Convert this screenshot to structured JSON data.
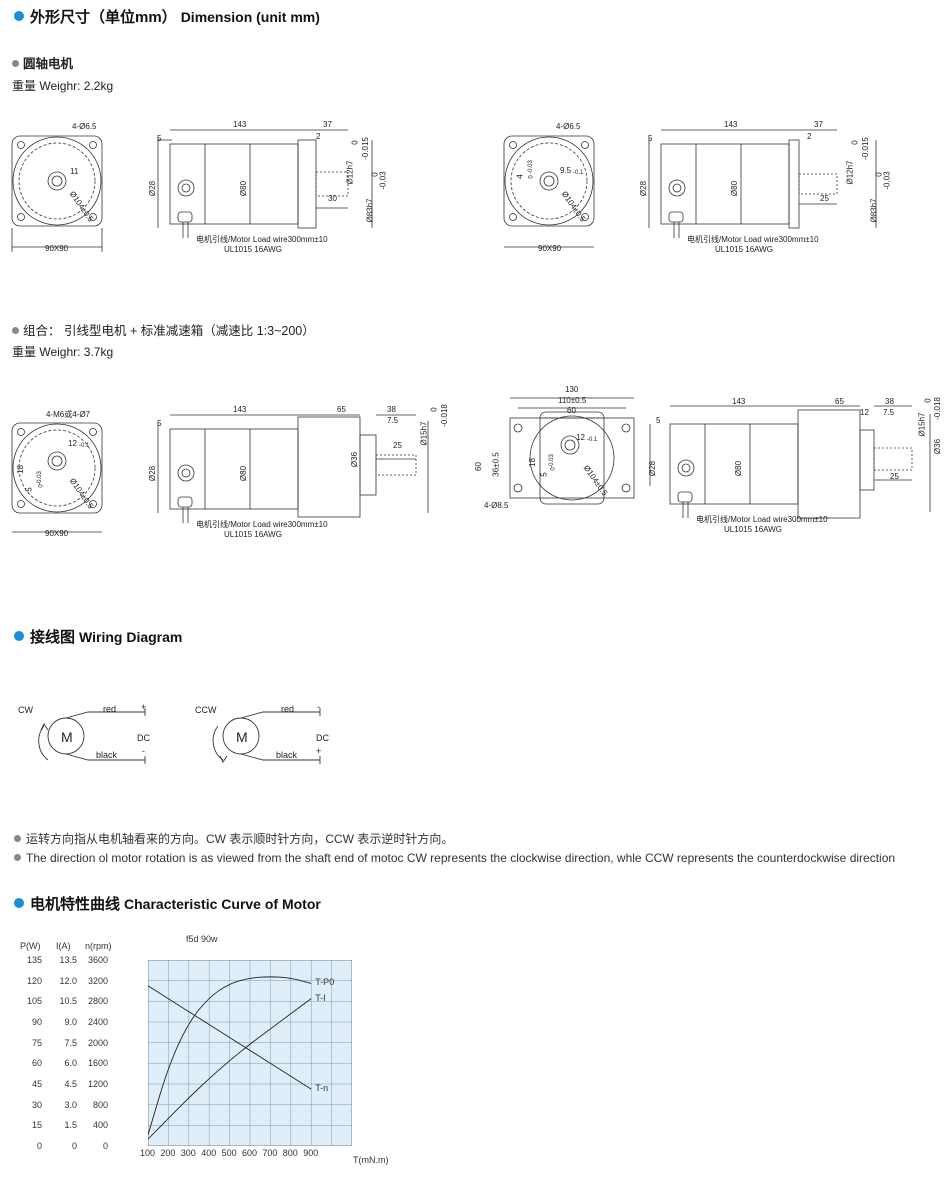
{
  "sections": {
    "dimension": {
      "cn": "外形尺寸（单位mm）",
      "en": "Dimension (unit mm)"
    },
    "wiring": {
      "cn": "接线图",
      "en": "Wiring Diagram"
    },
    "curve": {
      "cn": "电机特性曲线",
      "en": "Characteristic Curve of Motor"
    }
  },
  "round_shaft": {
    "title": "圆轴电机",
    "weight": "重量 Weighr: 2.2kg"
  },
  "combo": {
    "title": "组合： 引线型电机 + 标准减速箱（减速比 1:3~200）",
    "weight": "重量 Weighr: 3.7kg"
  },
  "drawing_labels": {
    "d1": {
      "holes": "4-Ø6.5",
      "size": "90X90",
      "eleven": "11",
      "pcd": "Ø104±0.5",
      "len143": "143",
      "len37": "37",
      "len5": "5",
      "len2": "2",
      "len30": "30",
      "d28": "Ø28",
      "d80": "Ø80",
      "d12": "Ø12h7",
      "tol12a": "0",
      "tol12b": "-0.015",
      "d83": "Ø83h7",
      "tol83a": "0",
      "tol83b": "-0.03",
      "wire": "电机引线/Motor Load wire300mm±10",
      "awg": "UL1015 16AWG"
    },
    "d2": {
      "holes": "4-Ø6.5",
      "size": "90X90",
      "key": "9.5",
      "keytol": "-0.1",
      "four": "4",
      "tol4a": "-0.03",
      "tol4b": "0",
      "pcd": "Ø104±0.5",
      "len143": "143",
      "len37": "37",
      "len5": "5",
      "len2": "2",
      "len25": "25",
      "d28": "Ø28",
      "d80": "Ø80",
      "d12": "Ø12h7",
      "tol12a": "0",
      "tol12b": "-0.015",
      "d83": "Ø83h7",
      "tol83a": "0",
      "tol83b": "-0.03",
      "wire": "电机引线/Motor Load wire300mm±10",
      "awg": "UL1015 16AWG"
    },
    "d3": {
      "holes": "4-M6或4-Ø7",
      "size": "90X90",
      "key": "12",
      "keytol": "-0.1",
      "five": "5",
      "tol5a": "-0.03",
      "tol5b": "0",
      "eighteen": "18",
      "pcd": "Ø104±0.5",
      "len143": "143",
      "len65": "65",
      "len38": "38",
      "len75": "7.5",
      "len5": "5",
      "len25": "25",
      "d28": "Ø28",
      "d80": "Ø80",
      "d36": "Ø36",
      "d15": "Ø15h7",
      "tol15a": "0",
      "tol15b": "-0.018",
      "wire": "电机引线/Motor Load wire300mm±10",
      "awg": "UL1015 16AWG"
    },
    "d4": {
      "len130": "130",
      "len110": "110±0.5",
      "len60": "60",
      "key": "12",
      "keytol": "-0.1",
      "h60": "60",
      "h36": "36±0.5",
      "eighteen": "18",
      "five": "5",
      "tol5a": "-0.03",
      "tol5b": "0",
      "pcd": "Ø104±0.5",
      "holes": "4-Ø8.5",
      "len143": "143",
      "len65": "65",
      "len12": "12",
      "len38": "38",
      "len75": "7.5",
      "len5": "5",
      "len25": "25",
      "d28": "Ø28",
      "d80": "Ø80",
      "d36": "Ø36",
      "d15": "Ø15h7",
      "tol15a": "0",
      "tol15b": "-0.018",
      "wire": "电机引线/Motor Load wire300mm±10",
      "awg": "UL1015 16AWG"
    }
  },
  "wiring": {
    "cw": {
      "dir": "CW",
      "motor": "M",
      "red": "red",
      "black": "black",
      "plus": "+",
      "minus": "-",
      "dc": "DC"
    },
    "ccw": {
      "dir": "CCW",
      "motor": "M",
      "red": "red",
      "black": "black",
      "plus": "-",
      "minus": "+",
      "dc": "DC"
    }
  },
  "notes": {
    "cn": "运转方向指从电机轴看来的方向。CW 表示顺时针方向，CCW 表示逆时针方向。",
    "en": "The direction ol motor rotation is as viewed from the shaft end of motoc CW represents the clockwise direction, whle CCW represents the counterdockwise direction"
  },
  "chart_data": {
    "type": "line",
    "title": "f5d 90w",
    "xlabel": "T(mN.m)",
    "x_ticks": [
      100,
      200,
      300,
      400,
      500,
      600,
      700,
      800,
      900
    ],
    "xlim": [
      100,
      1100
    ],
    "left_axes": {
      "headers": [
        "P(W)",
        "I(A)",
        "n(rpm)"
      ],
      "P": [
        "135",
        "120",
        "105",
        "90",
        "75",
        "60",
        "45",
        "30",
        "15",
        "0"
      ],
      "I": [
        "13.5",
        "12.0",
        "10.5",
        "9.0",
        "7.5",
        "6.0",
        "4.5",
        "3.0",
        "1.5",
        "0"
      ],
      "n": [
        "3600",
        "3200",
        "2800",
        "2400",
        "2000",
        "1600",
        "1200",
        "800",
        "400",
        "0"
      ]
    },
    "grid": true,
    "background": "#dfeef8",
    "series": [
      {
        "name": "T-P0",
        "axis": "P",
        "x": [
          100,
          200,
          300,
          400,
          500,
          600,
          700,
          800,
          900
        ],
        "y": [
          8,
          58,
          90,
          108,
          118,
          122,
          123,
          122,
          118
        ]
      },
      {
        "name": "T-I",
        "axis": "I",
        "x": [
          100,
          200,
          300,
          400,
          500,
          600,
          700,
          800,
          900
        ],
        "y": [
          0.5,
          2.0,
          3.5,
          4.9,
          6.2,
          7.4,
          8.5,
          9.6,
          10.7
        ]
      },
      {
        "name": "T-n",
        "axis": "n",
        "x": [
          100,
          200,
          300,
          400,
          500,
          600,
          700,
          800,
          900
        ],
        "y": [
          3100,
          2850,
          2600,
          2350,
          2100,
          1850,
          1600,
          1350,
          1100
        ]
      }
    ]
  }
}
